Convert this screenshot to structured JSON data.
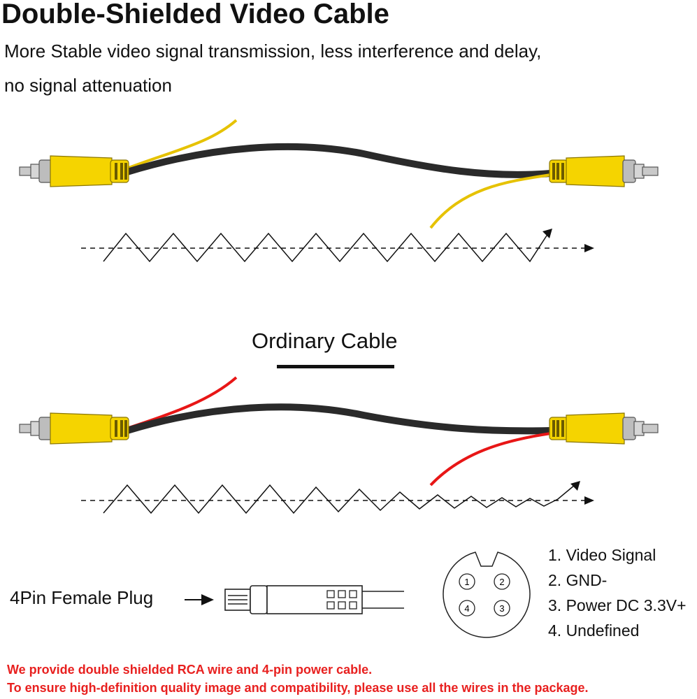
{
  "title": "Double-Shielded Video Cable",
  "subtitle_line1": "More Stable video signal transmission, less interference and delay,",
  "subtitle_line2": "no signal attenuation",
  "ordinary_label": "Ordinary Cable",
  "plug_label": "4Pin Female Plug",
  "pins": [
    {
      "number": "1",
      "label": "1. Video Signal"
    },
    {
      "number": "2",
      "label": "2. GND-"
    },
    {
      "number": "3",
      "label": "3. Power DC 3.3V+"
    },
    {
      "number": "4",
      "label": "4. Undefined"
    }
  ],
  "notes": [
    "We provide double shielded RCA wire and 4-pin power cable.",
    "To ensure high-definition quality image and compatibility, please use all the wires in the package."
  ],
  "colors": {
    "connector_yellow": "#f5d400",
    "shield_wire_yellow": "#e6c200",
    "ordinary_wire_red": "#e81616",
    "cable_black": "#2a2a2a",
    "note_red": "#e8201f"
  },
  "icons": [
    "rca-connector-icon",
    "signal-wave-icon",
    "arrow-right-icon",
    "pin-socket-icon",
    "plug-icon"
  ]
}
